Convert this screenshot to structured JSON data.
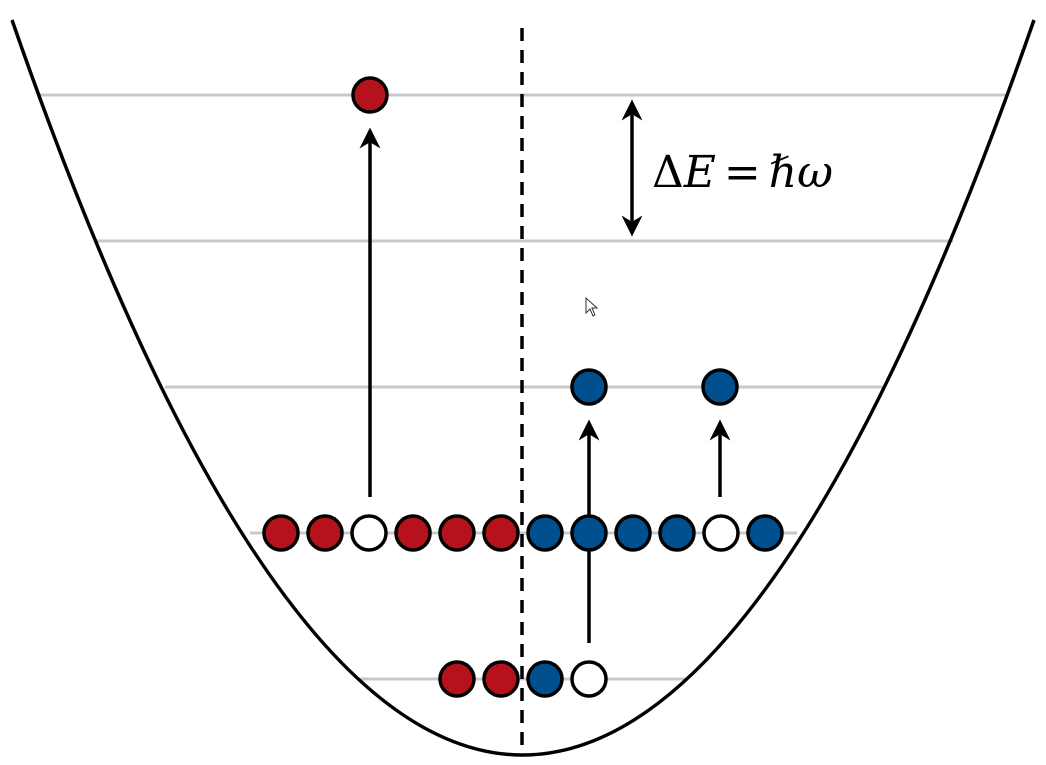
{
  "diagram": {
    "equation": {
      "delta": "Δ",
      "energy": "E",
      "equals": "=",
      "hbar": "ℏ",
      "omega": "ω"
    },
    "colors": {
      "red": "#b5121b",
      "blue": "#00508f",
      "empty": "#ffffff",
      "level_line": "#c8c8c8",
      "outline": "#000000"
    },
    "levels": [
      {
        "index": 0,
        "orbitals": [
          {
            "side": "red",
            "state": "filled"
          },
          {
            "side": "red",
            "state": "filled"
          },
          {
            "side": "blue",
            "state": "filled"
          },
          {
            "side": "blue",
            "state": "empty"
          }
        ]
      },
      {
        "index": 1,
        "orbitals": [
          {
            "side": "red",
            "state": "filled"
          },
          {
            "side": "red",
            "state": "filled"
          },
          {
            "side": "red",
            "state": "empty"
          },
          {
            "side": "red",
            "state": "filled"
          },
          {
            "side": "red",
            "state": "filled"
          },
          {
            "side": "red",
            "state": "filled"
          },
          {
            "side": "blue",
            "state": "filled"
          },
          {
            "side": "blue",
            "state": "filled"
          },
          {
            "side": "blue",
            "state": "filled"
          },
          {
            "side": "blue",
            "state": "filled"
          },
          {
            "side": "blue",
            "state": "empty"
          },
          {
            "side": "blue",
            "state": "filled"
          }
        ]
      },
      {
        "index": 2,
        "orbitals": [
          {
            "side": "blue",
            "state": "filled"
          },
          {
            "side": "blue",
            "state": "filled"
          }
        ]
      },
      {
        "index": 3,
        "orbitals": []
      },
      {
        "index": 4,
        "orbitals": [
          {
            "side": "red",
            "state": "filled"
          }
        ]
      }
    ],
    "excitations": [
      {
        "from_level": 1,
        "to_level": 4,
        "color": "red"
      },
      {
        "from_level": 0,
        "to_level": 2,
        "color": "blue"
      },
      {
        "from_level": 1,
        "to_level": 2,
        "color": "blue"
      }
    ],
    "spacing_marker": {
      "between_levels": [
        3,
        4
      ]
    }
  }
}
